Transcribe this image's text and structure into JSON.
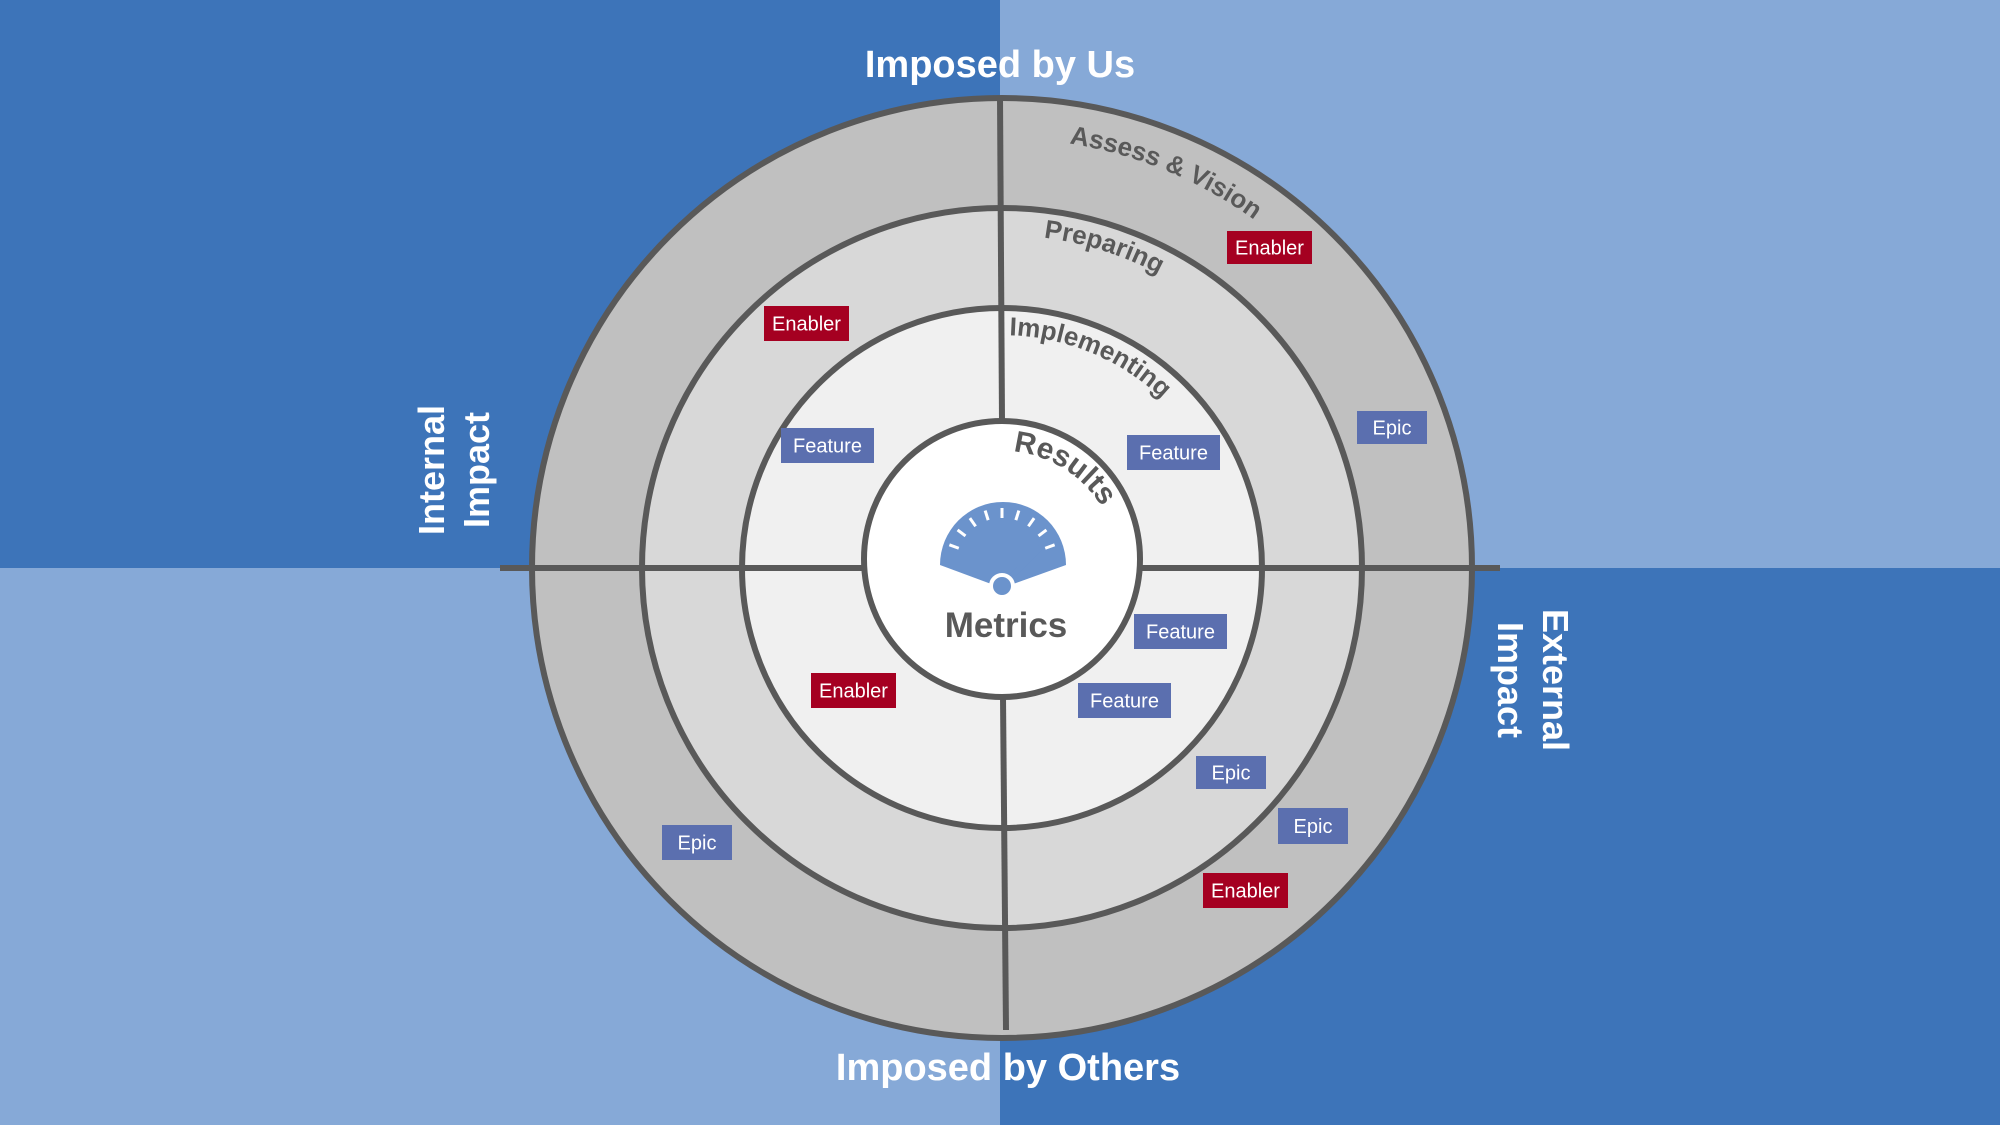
{
  "colors": {
    "dark_blue": "#3d74b9",
    "light_blue": "#86a9d7",
    "outer_ring": "#c0c0c0",
    "middle_ring": "#d8d8d8",
    "inner_ring": "#f0f0f0",
    "center": "#ffffff",
    "ring_stroke": "#595959",
    "ring_label": "#595959",
    "axis_label": "#ffffff",
    "enabler": "#a50021",
    "feature": "#5b6faf",
    "epic": "#5b6faf",
    "gauge": "#6b93cc"
  },
  "axis_labels": {
    "top": "Imposed by Us",
    "bottom": "Imposed by Others",
    "left_line1": "Internal",
    "left_line2": "Impact",
    "right_line1": "External",
    "right_line2": "Impact"
  },
  "rings": {
    "outer": "Assess & Vision",
    "middle": "Preparing",
    "inner": "Implementing",
    "center": "Results"
  },
  "center_label": "Metrics",
  "gauge_icon": "speedometer-icon",
  "badges": [
    {
      "label": "Enabler",
      "type": "enabler"
    },
    {
      "label": "Epic",
      "type": "epic"
    },
    {
      "label": "Enabler",
      "type": "enabler"
    },
    {
      "label": "Feature",
      "type": "feature"
    },
    {
      "label": "Feature",
      "type": "feature"
    },
    {
      "label": "Feature",
      "type": "feature"
    },
    {
      "label": "Feature",
      "type": "feature"
    },
    {
      "label": "Enabler",
      "type": "enabler"
    },
    {
      "label": "Epic",
      "type": "epic"
    },
    {
      "label": "Epic",
      "type": "epic"
    },
    {
      "label": "Epic",
      "type": "epic"
    },
    {
      "label": "Enabler",
      "type": "enabler"
    }
  ]
}
